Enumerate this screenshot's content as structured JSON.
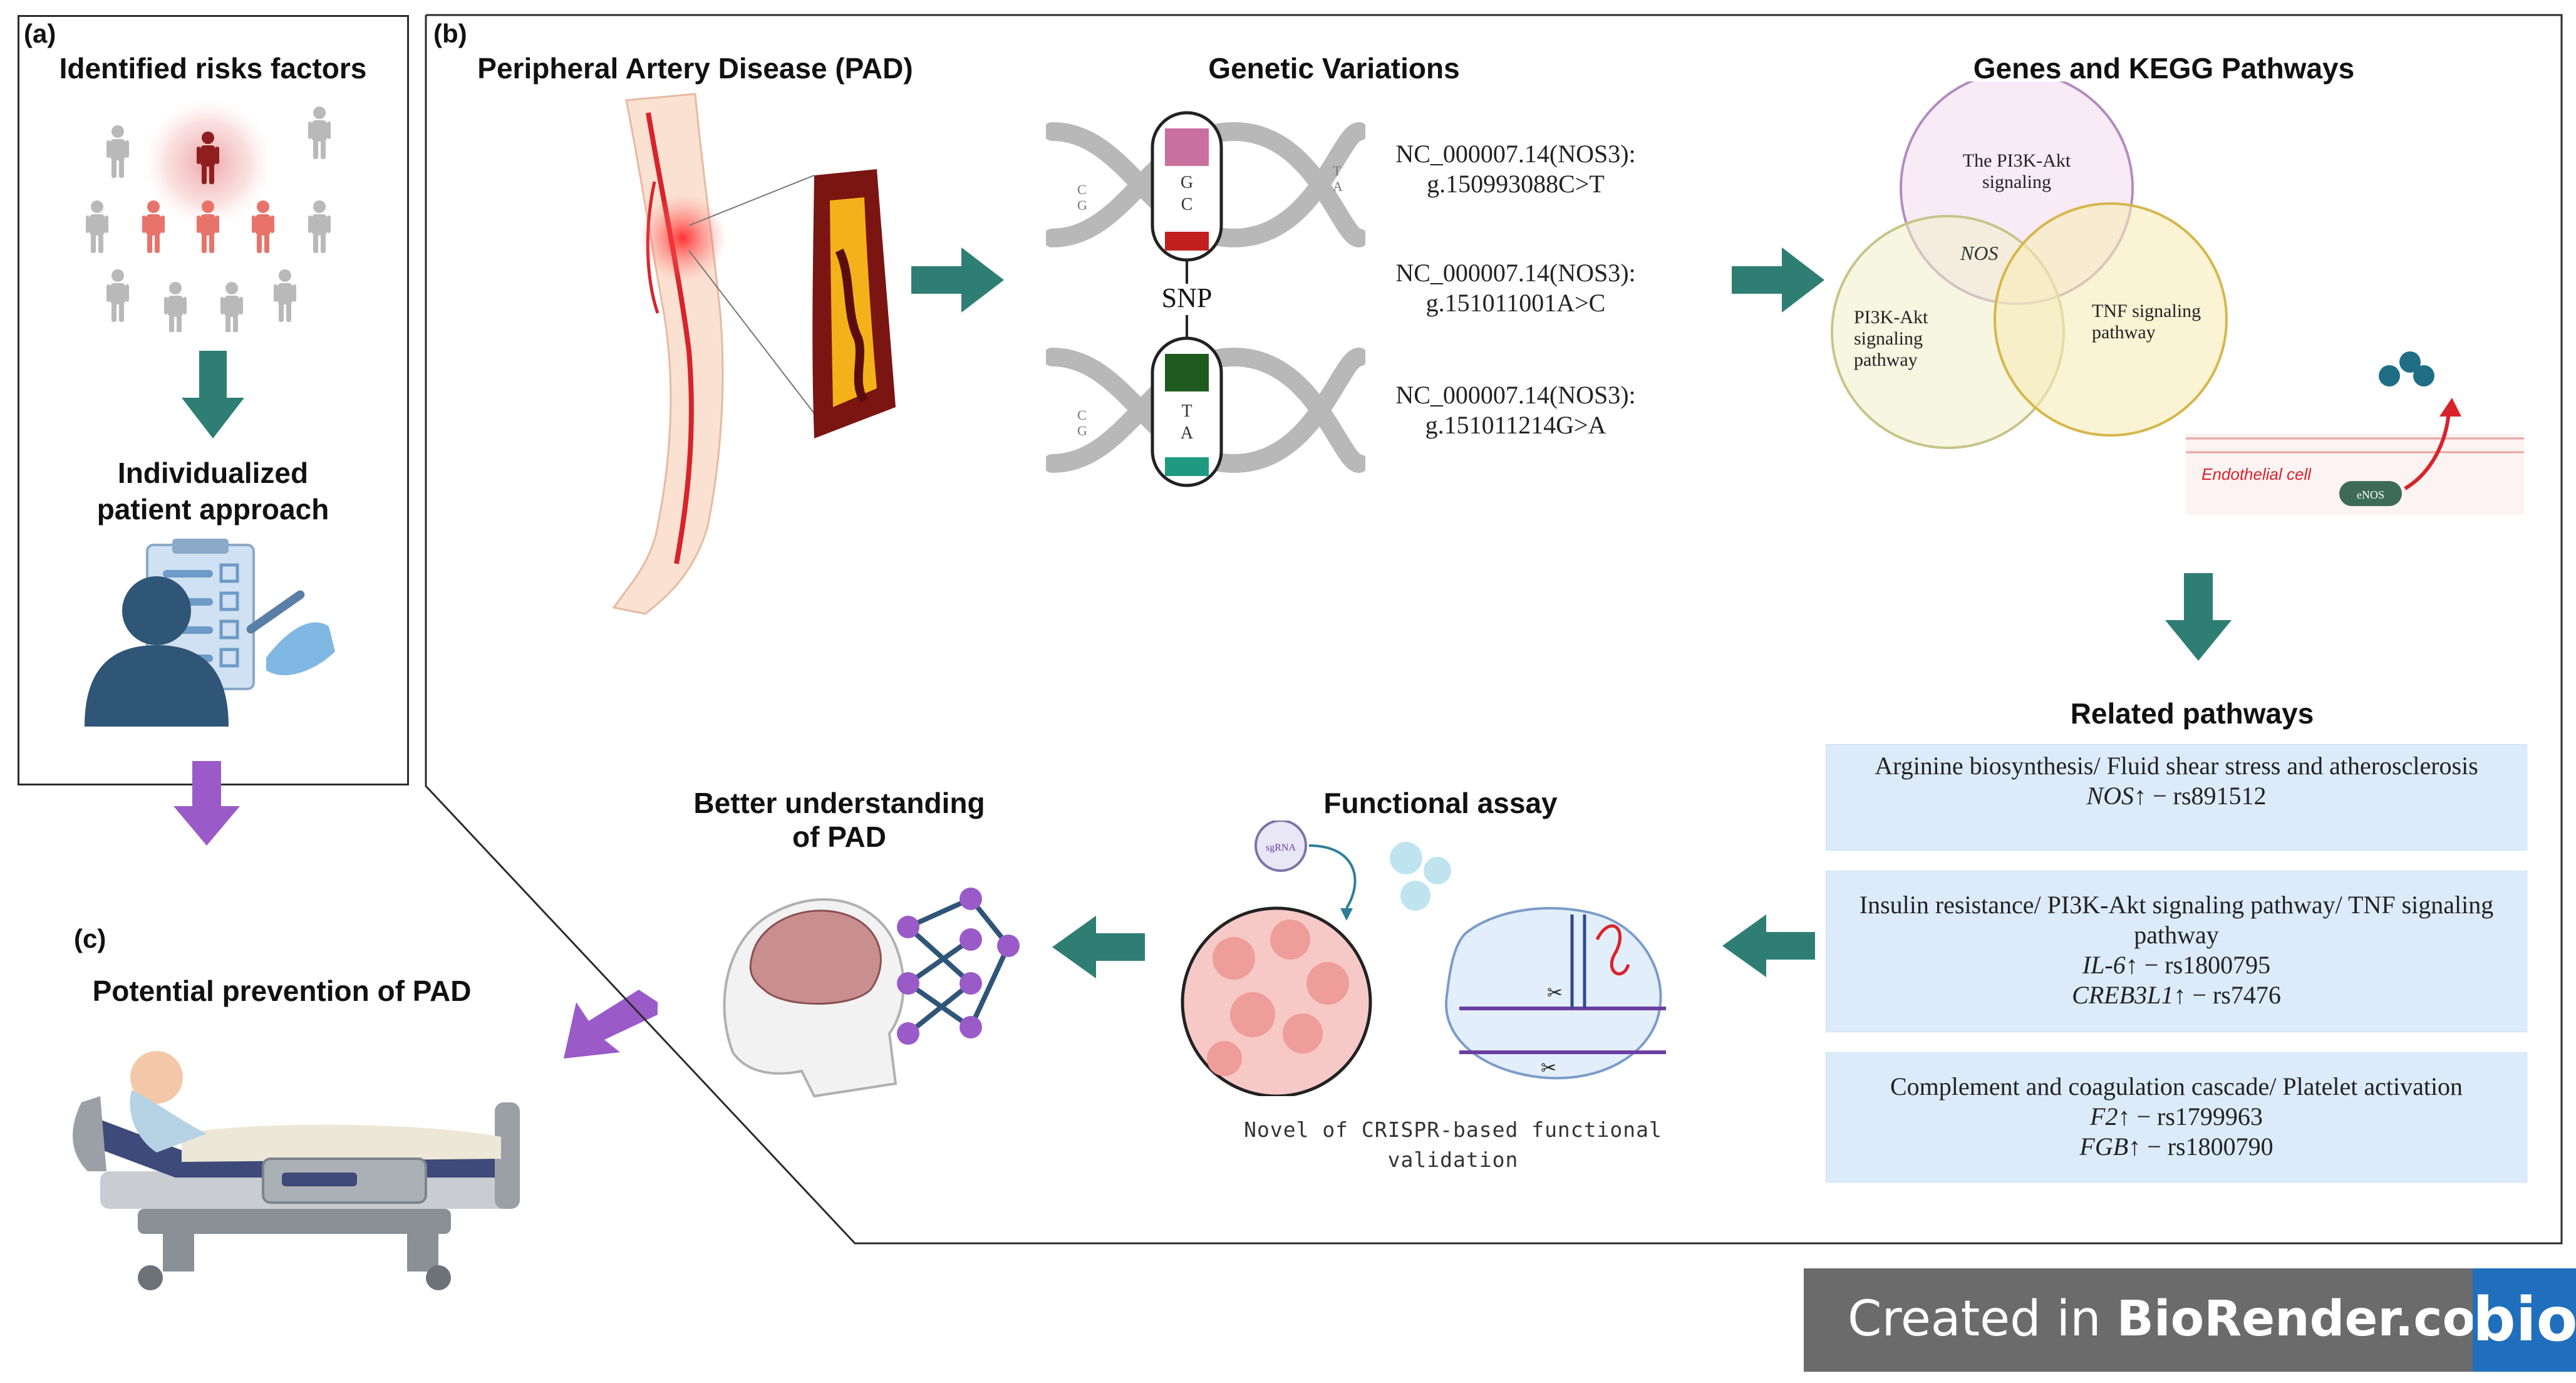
{
  "panels": {
    "a": {
      "label": "(a)",
      "title": "Identified risks factors",
      "subtitle_line1": "Individualized",
      "subtitle_line2": "patient approach"
    },
    "b": {
      "label": "(b)",
      "pad_title": "Peripheral Artery Disease (PAD)",
      "genetic_title": "Genetic Variations",
      "snp_label": "SNP",
      "dna_top_letters": [
        "G",
        "C"
      ],
      "dna_bottom_letters": [
        "T",
        "A"
      ],
      "dna_side_letters": [
        "C",
        "G",
        "T",
        "A",
        "C",
        "G"
      ],
      "variants": [
        {
          "ref": "NC_000007.14(NOS3):",
          "change": "g.150993088C>T"
        },
        {
          "ref": "NC_000007.14(NOS3):",
          "change": "g.151011001A>C"
        },
        {
          "ref": "NC_000007.14(NOS3):",
          "change": "g.151011214G>A"
        }
      ],
      "genes_title": "Genes and KEGG Pathways",
      "venn": {
        "top": "The PI3K-Akt signaling",
        "left": "PI3K-Akt signaling pathway",
        "right": "TNF signaling pathway",
        "center": "NOS"
      },
      "endothelial_label": "Endothelial cell",
      "enos_label": "eNOS",
      "related_title": "Related pathways",
      "pathway_boxes": [
        {
          "title": "Arginine biosynthesis/ Fluid shear stress and atherosclerosis",
          "genes": [
            {
              "gene": "NOS↑",
              "snp": "rs891512"
            }
          ]
        },
        {
          "title": "Insulin resistance/ PI3K-Akt signaling pathway/ TNF signaling pathway",
          "genes": [
            {
              "gene": "IL-6↑",
              "snp": "rs1800795"
            },
            {
              "gene": "CREB3L1↑",
              "snp": "rs7476"
            }
          ]
        },
        {
          "title": "Complement and coagulation cascade/ Platelet activation",
          "genes": [
            {
              "gene": "F2↑",
              "snp": "rs1799963"
            },
            {
              "gene": "FGB↑",
              "snp": "rs1800790"
            }
          ]
        }
      ],
      "functional_title": "Functional assay",
      "crispr_caption": "Novel of CRISPR-based functional validation",
      "virus_label": "sgRNA",
      "better_title": "Better understanding of PAD"
    },
    "c": {
      "label": "(c)",
      "title": "Potential prevention of PAD"
    }
  },
  "colors": {
    "teal_arrow": "#2e7e74",
    "purple_arrow": "#9a5bc9",
    "box_blue": "#dcebfa",
    "risk_red": "#c0392b"
  },
  "watermark": {
    "prefix": "Created in ",
    "brand": "BioRender.com",
    "logo": "bio"
  }
}
